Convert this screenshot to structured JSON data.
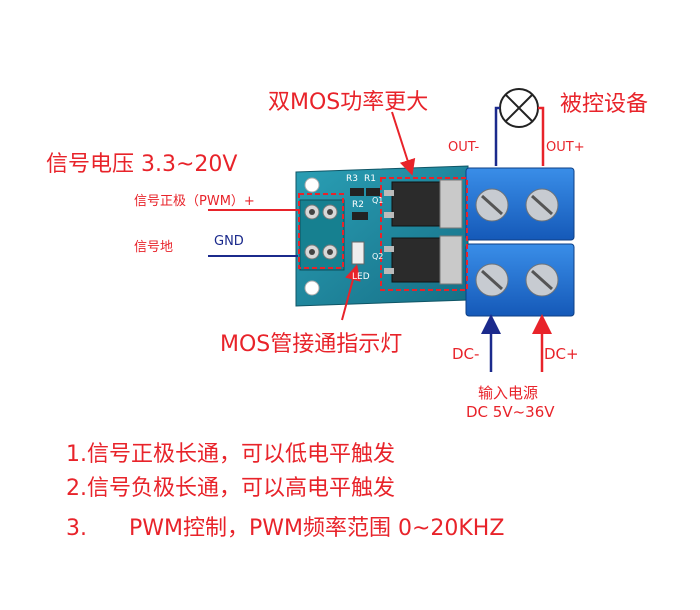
{
  "labels": {
    "dual_mos": "双MOS功率更大",
    "controlled_device": "被控设备",
    "signal_voltage": "信号电压 3.3~20V",
    "signal_positive": "信号正极（PWM）+",
    "signal_ground": "信号地",
    "gnd": "GND",
    "out_minus": "OUT-",
    "out_plus": "OUT+",
    "mos_indicator": "MOS管接通指示灯",
    "dc_minus": "DC-",
    "dc_plus": "DC+",
    "input_power": "输入电源",
    "input_range": "DC 5V~36V"
  },
  "board": {
    "silkscreen_r3": "R3",
    "silkscreen_r1": "R1",
    "silkscreen_r2": "R2",
    "silkscreen_q1": "Q1",
    "silkscreen_q2": "Q2",
    "silkscreen_led": "LED"
  },
  "notes": [
    "1.信号正极长通，可以低电平触发",
    "2.信号负极长通，可以高电平触发",
    "3.      PWM控制，PWM频率范围 0~20KHZ"
  ],
  "colors": {
    "red": "#e8232a",
    "blue": "#1b2a8c",
    "pcb": "#1e8aa0",
    "terminal": "#1f6fd0"
  }
}
